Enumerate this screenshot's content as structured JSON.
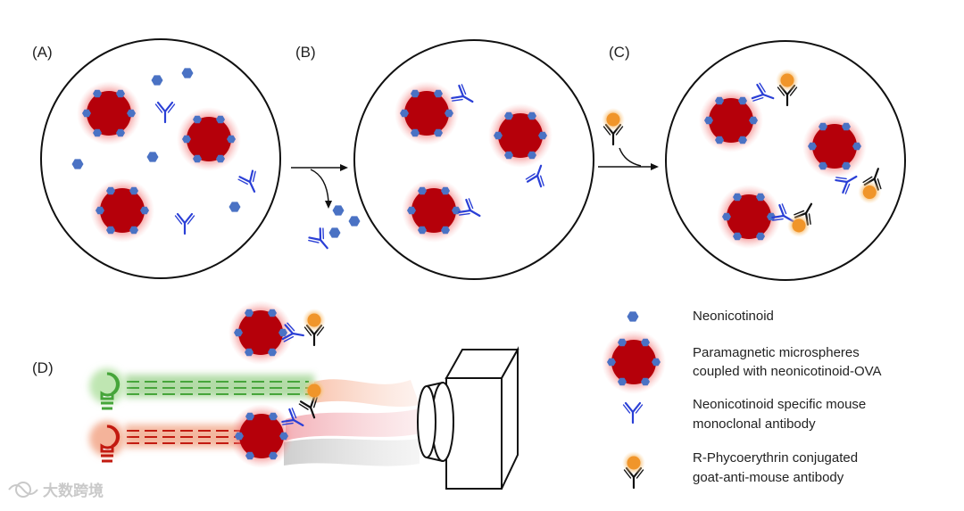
{
  "panels": {
    "a": "(A)",
    "b": "(B)",
    "c": "(C)",
    "d": "(D)"
  },
  "legend": {
    "neonicotinoid": "Neonicotinoid",
    "microsphere_line1": "Paramagnetic microspheres",
    "microsphere_line2": "coupled with neonicotinoid-OVA",
    "mouse_ab_line1": "Neonicotinoid specific mouse",
    "mouse_ab_line2": "monoclonal antibody",
    "pe_ab_line1": "R-Phycoerythrin conjugated",
    "pe_ab_line2": "goat-anti-mouse antibody"
  },
  "watermark": "大数跨境",
  "colors": {
    "neonicotinoid": "#4a72c4",
    "microsphere": "#b5000a",
    "mouse_antibody": "#2a3fd6",
    "goat_antibody": "#111111",
    "phycoerythrin": "#f0952a",
    "green_laser": "#46a53a",
    "red_laser": "#c21a10"
  }
}
